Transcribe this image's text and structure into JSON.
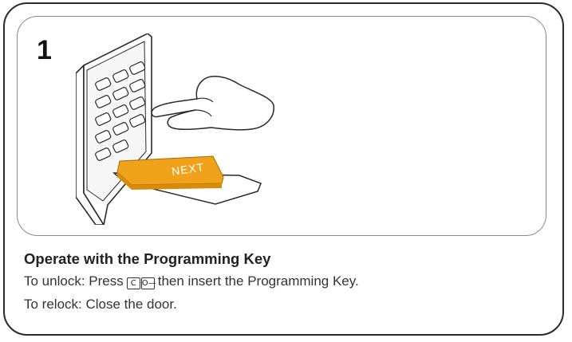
{
  "step": {
    "number": "1"
  },
  "illustration": {
    "key_brand": "NEXT"
  },
  "instructions": {
    "heading": "Operate with the Programming Key",
    "unlock_prefix": "To unlock: Press",
    "unlock_keys": [
      "C",
      "O—"
    ],
    "unlock_suffix": "then insert the Programming Key.",
    "relock": "To relock: Close the door."
  },
  "colors": {
    "key_orange": "#f0a31a",
    "outline": "#2a2a2a"
  }
}
